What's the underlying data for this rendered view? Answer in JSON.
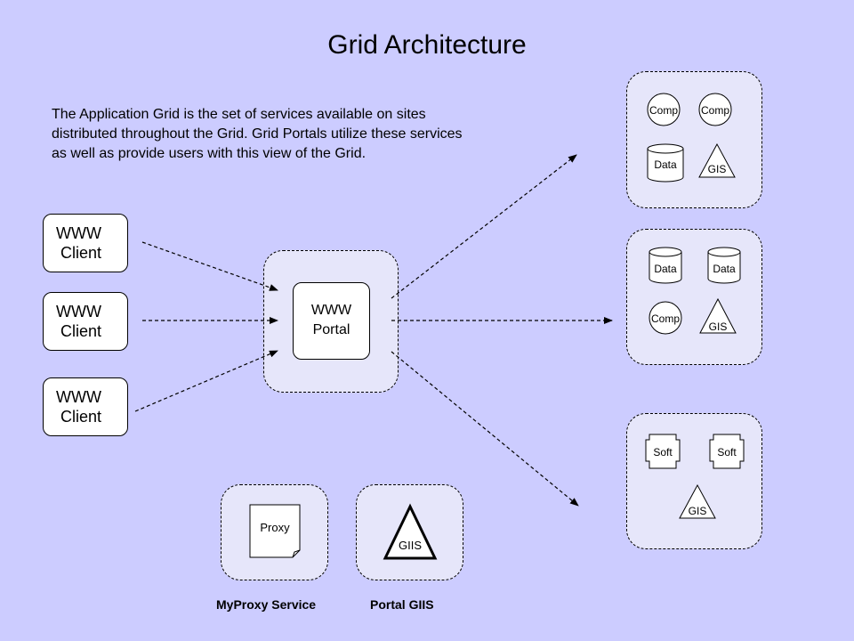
{
  "title": "Grid Architecture",
  "description": "The Application Grid is the set of services available on sites distributed throughout the Grid. Grid Portals utilize these services as well as provide users with this view of the Grid.",
  "clients": [
    "WWW\n Client",
    "WWW\n Client",
    "WWW\n Client"
  ],
  "portal": "WWW\nPortal",
  "site1": {
    "comp1": "Comp",
    "comp2": "Comp",
    "data": "Data",
    "gis": "GIS"
  },
  "site2": {
    "data1": "Data",
    "data2": "Data",
    "comp": "Comp",
    "gis": "GIS"
  },
  "site3": {
    "soft1": "Soft",
    "soft2": "Soft",
    "gis": "GIS"
  },
  "proxy": "Proxy",
  "giis": "GIIS",
  "captions": {
    "myproxy": "MyProxy Service",
    "portal_giis": "Portal GIIS"
  },
  "colors": {
    "background": "#ccccff",
    "zone": "#e6e6fa",
    "node": "#ffffff",
    "line": "#000000"
  }
}
